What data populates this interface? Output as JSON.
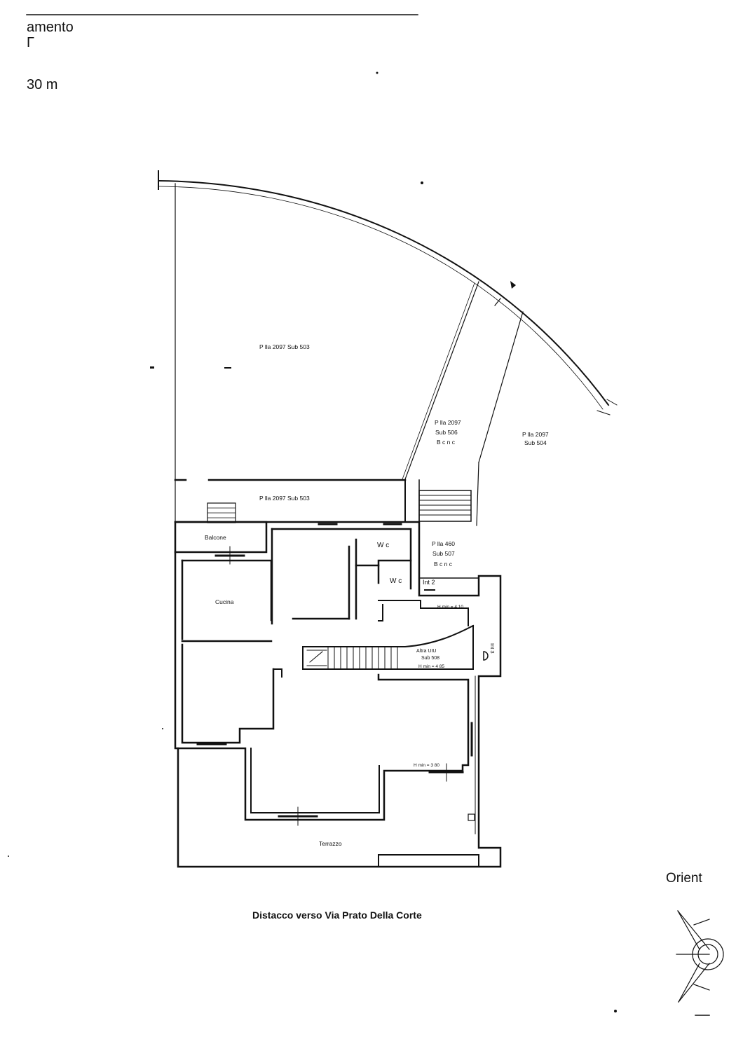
{
  "header": {
    "line1": "amento",
    "line2": "Γ",
    "line3": "30 m"
  },
  "plan": {
    "parcel_top": "P lla 2097 Sub 503",
    "parcel_mid": "P lla 2097 Sub 503",
    "parcel_506": [
      "P lla 2097",
      "Sub 506",
      "B c n c"
    ],
    "parcel_504": [
      "P lla 2097",
      "Sub 504"
    ],
    "parcel_507": [
      "P lla 460",
      "Sub 507",
      "B c n c"
    ],
    "balcone": "Balcone",
    "cucina": "Cucina",
    "wc1": "W c",
    "wc2": "W c",
    "int2": "Int 2",
    "h_min_1": "H min = 4 10",
    "altra_uiu": [
      "Altra UIU",
      "Sub 508",
      "H min = 4 85"
    ],
    "h_min_3": "H min = 3 80",
    "terrazzo": "Terrazzo",
    "int3": "Int 3"
  },
  "caption": "Distacco verso Via Prato Della Corte",
  "orientation_label": "Orient"
}
